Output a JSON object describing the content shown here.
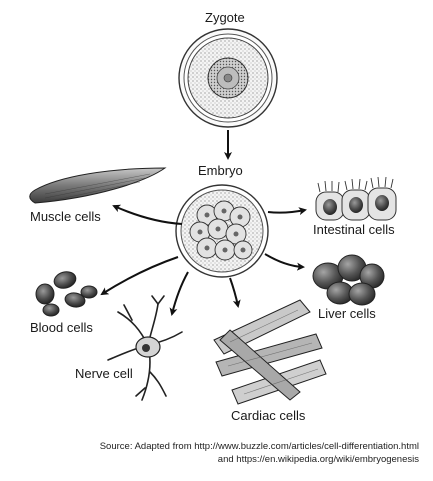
{
  "labels": {
    "zygote": "Zygote",
    "embryo": "Embryo",
    "muscle": "Muscle cells",
    "intestinal": "Intestinal cells",
    "blood": "Blood cells",
    "liver": "Liver cells",
    "nerve": "Nerve cell",
    "cardiac": "Cardiac cells"
  },
  "source": {
    "line1": "Source: Adapted from http://www.buzzle.com/articles/cell-differentiation.html",
    "line2": "and https://en.wikipedia.org/wiki/embryogenesis"
  }
}
